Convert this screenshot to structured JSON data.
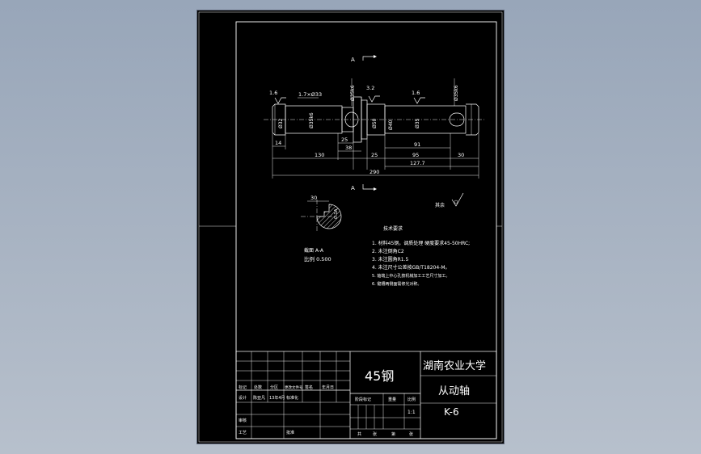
{
  "section": {
    "arrow_label_top": "A",
    "arrow_label_bottom": "A",
    "section_title": "截面  A-A",
    "scale_label": "比例 0.500"
  },
  "dimensions": {
    "rough_1": "1.6",
    "rough_2": "3.2",
    "rough_3": "1.6",
    "chamfer": "1.7×Ø33",
    "dia_left_v": "Ø35k6",
    "dia_mid_v": "Ø50",
    "dia_right_v": "Ø35k6",
    "dia_sect_1": "Ø35k6",
    "dia_sect_2": "Ø32",
    "dia_sect_3": "Ø50",
    "dia_sect_4": "Ø40",
    "dia_sect_5": "Ø35",
    "d_14": "14",
    "d_25": "25",
    "d_38": "38",
    "d_130": "130",
    "d_25b": "25",
    "d_91": "91",
    "d_95": "95",
    "d_30": "30",
    "d_127": "127.7",
    "d_290": "290",
    "sect_30": "30",
    "sect_depth": "0.1A"
  },
  "roughness_note": "其余",
  "tech_requirements": {
    "title": "技术要求",
    "items": [
      "1. 材料45钢，调质处理  硬度要求45-50HRC;",
      "2. 未注倒角C2",
      "3. 未注圆角R1.5",
      "4. 未注尺寸公差按GB/T18204-M。",
      "5. 轴端上中心孔按机械加工工艺尺寸加工。",
      "6. 键槽两侧面需修光对称。"
    ]
  },
  "title_block": {
    "material": "45钢",
    "school": "湖南农业大学",
    "part_name": "从动轴",
    "drawing_no": "K-6",
    "scale": "1:1",
    "labels": {
      "mark": "标记",
      "count": "处数",
      "zone": "分区",
      "change_doc": "更改文件号",
      "signature": "签名",
      "date": "年月日",
      "designer": "设计",
      "designer_name": "陈亚凡",
      "design_date": "13年4月",
      "standardize": "标准化",
      "checker": "审核",
      "process": "工艺",
      "approve": "批准",
      "stage_mark": "阶段标记",
      "weight": "重量",
      "ratio": "比例",
      "sheets_total": "共",
      "sheet": "张",
      "sheet_no": "第"
    }
  }
}
